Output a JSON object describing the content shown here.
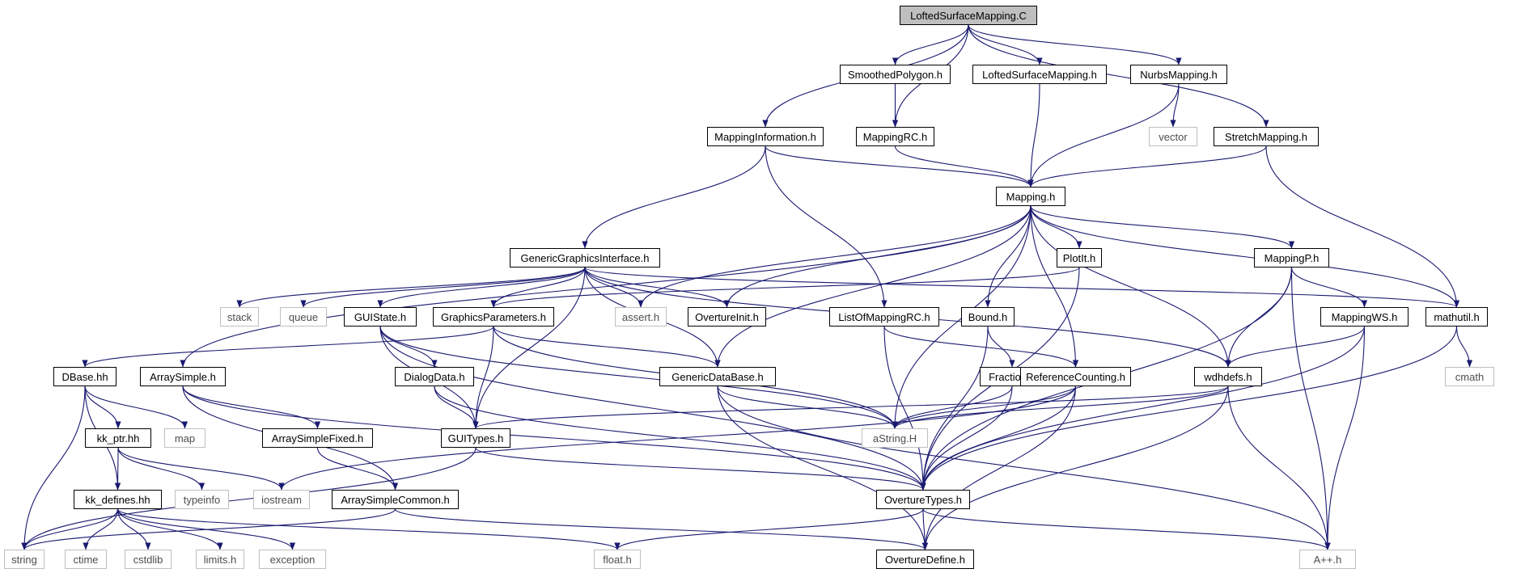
{
  "graph": {
    "edge_color": "#191970",
    "root_fill": "#bfbfbf",
    "external_border": "#bfbfbf",
    "nodes": [
      {
        "id": "root",
        "label": "LoftedSurfaceMapping.C",
        "kind": "root"
      },
      {
        "id": "smoothed",
        "label": "SmoothedPolygon.h",
        "kind": "internal"
      },
      {
        "id": "loftedh",
        "label": "LoftedSurfaceMapping.h",
        "kind": "internal"
      },
      {
        "id": "nurbs",
        "label": "NurbsMapping.h",
        "kind": "internal"
      },
      {
        "id": "mapinfo",
        "label": "MappingInformation.h",
        "kind": "internal"
      },
      {
        "id": "maprc",
        "label": "MappingRC.h",
        "kind": "internal"
      },
      {
        "id": "vector",
        "label": "vector",
        "kind": "external"
      },
      {
        "id": "stretch",
        "label": "StretchMapping.h",
        "kind": "internal"
      },
      {
        "id": "mapping",
        "label": "Mapping.h",
        "kind": "internal"
      },
      {
        "id": "ggi",
        "label": "GenericGraphicsInterface.h",
        "kind": "internal"
      },
      {
        "id": "plotit",
        "label": "PlotIt.h",
        "kind": "internal"
      },
      {
        "id": "mappingp",
        "label": "MappingP.h",
        "kind": "internal"
      },
      {
        "id": "stack",
        "label": "stack",
        "kind": "external"
      },
      {
        "id": "queue",
        "label": "queue",
        "kind": "external"
      },
      {
        "id": "guistate",
        "label": "GUIState.h",
        "kind": "internal"
      },
      {
        "id": "gparams",
        "label": "GraphicsParameters.h",
        "kind": "internal"
      },
      {
        "id": "asserth",
        "label": "assert.h",
        "kind": "external"
      },
      {
        "id": "ovinit",
        "label": "OvertureInit.h",
        "kind": "internal"
      },
      {
        "id": "lomrc",
        "label": "ListOfMappingRC.h",
        "kind": "internal"
      },
      {
        "id": "bound",
        "label": "Bound.h",
        "kind": "internal"
      },
      {
        "id": "mappingws",
        "label": "MappingWS.h",
        "kind": "internal"
      },
      {
        "id": "mathutil",
        "label": "mathutil.h",
        "kind": "internal"
      },
      {
        "id": "dbase",
        "label": "DBase.hh",
        "kind": "internal"
      },
      {
        "id": "arraysimple",
        "label": "ArraySimple.h",
        "kind": "internal"
      },
      {
        "id": "dialog",
        "label": "DialogData.h",
        "kind": "internal"
      },
      {
        "id": "gdb",
        "label": "GenericDataBase.h",
        "kind": "internal"
      },
      {
        "id": "fraction",
        "label": "Fraction.h",
        "kind": "internal"
      },
      {
        "id": "refcount",
        "label": "ReferenceCounting.h",
        "kind": "internal"
      },
      {
        "id": "wdh",
        "label": "wdhdefs.h",
        "kind": "internal"
      },
      {
        "id": "cmath",
        "label": "cmath",
        "kind": "external"
      },
      {
        "id": "kkptr",
        "label": "kk_ptr.hh",
        "kind": "internal"
      },
      {
        "id": "map",
        "label": "map",
        "kind": "external"
      },
      {
        "id": "asfixed",
        "label": "ArraySimpleFixed.h",
        "kind": "internal"
      },
      {
        "id": "guitypes",
        "label": "GUITypes.h",
        "kind": "internal"
      },
      {
        "id": "astring",
        "label": "aString.H",
        "kind": "external"
      },
      {
        "id": "kkdef",
        "label": "kk_defines.hh",
        "kind": "internal"
      },
      {
        "id": "typeinfo",
        "label": "typeinfo",
        "kind": "external"
      },
      {
        "id": "iostream",
        "label": "iostream",
        "kind": "external"
      },
      {
        "id": "ascommon",
        "label": "ArraySimpleCommon.h",
        "kind": "internal"
      },
      {
        "id": "ovtypes",
        "label": "OvertureTypes.h",
        "kind": "internal"
      },
      {
        "id": "string",
        "label": "string",
        "kind": "external"
      },
      {
        "id": "ctime",
        "label": "ctime",
        "kind": "external"
      },
      {
        "id": "cstdlib",
        "label": "cstdlib",
        "kind": "external"
      },
      {
        "id": "limits",
        "label": "limits.h",
        "kind": "external"
      },
      {
        "id": "exception",
        "label": "exception",
        "kind": "external"
      },
      {
        "id": "floath",
        "label": "float.h",
        "kind": "external"
      },
      {
        "id": "ovdefine",
        "label": "OvertureDefine.h",
        "kind": "internal"
      },
      {
        "id": "aplus",
        "label": "A++.h",
        "kind": "external"
      }
    ],
    "edges": [
      [
        "root",
        "smoothed"
      ],
      [
        "root",
        "loftedh"
      ],
      [
        "root",
        "nurbs"
      ],
      [
        "root",
        "mapinfo"
      ],
      [
        "root",
        "maprc"
      ],
      [
        "root",
        "stretch"
      ],
      [
        "smoothed",
        "maprc"
      ],
      [
        "loftedh",
        "mapping"
      ],
      [
        "nurbs",
        "vector"
      ],
      [
        "nurbs",
        "mapping"
      ],
      [
        "mapinfo",
        "mapping"
      ],
      [
        "mapinfo",
        "ggi"
      ],
      [
        "mapinfo",
        "lomrc"
      ],
      [
        "maprc",
        "mapping"
      ],
      [
        "stretch",
        "mapping"
      ],
      [
        "stretch",
        "mathutil"
      ],
      [
        "mapping",
        "arraysimple"
      ],
      [
        "mapping",
        "asserth"
      ],
      [
        "mapping",
        "ovinit"
      ],
      [
        "mapping",
        "gdb"
      ],
      [
        "mapping",
        "bound"
      ],
      [
        "mapping",
        "astring"
      ],
      [
        "mapping",
        "plotit"
      ],
      [
        "mapping",
        "refcount"
      ],
      [
        "mapping",
        "wdh"
      ],
      [
        "mapping",
        "mappingp"
      ],
      [
        "mapping",
        "mathutil"
      ],
      [
        "ggi",
        "stack"
      ],
      [
        "ggi",
        "queue"
      ],
      [
        "ggi",
        "guistate"
      ],
      [
        "ggi",
        "gparams"
      ],
      [
        "ggi",
        "asserth"
      ],
      [
        "ggi",
        "ovinit"
      ],
      [
        "ggi",
        "gdb"
      ],
      [
        "ggi",
        "guitypes"
      ],
      [
        "ggi",
        "wdh"
      ],
      [
        "ggi",
        "mathutil"
      ],
      [
        "plotit",
        "gparams"
      ],
      [
        "plotit",
        "ovtypes"
      ],
      [
        "mappingp",
        "wdh"
      ],
      [
        "mappingp",
        "mappingws"
      ],
      [
        "mappingp",
        "ovtypes"
      ],
      [
        "mappingp",
        "aplus"
      ],
      [
        "guistate",
        "dialog"
      ],
      [
        "guistate",
        "guitypes"
      ],
      [
        "guistate",
        "ovtypes"
      ],
      [
        "guistate",
        "astring"
      ],
      [
        "gparams",
        "dbase"
      ],
      [
        "gparams",
        "gdb"
      ],
      [
        "gparams",
        "guitypes"
      ],
      [
        "gparams",
        "astring"
      ],
      [
        "lomrc",
        "refcount"
      ],
      [
        "lomrc",
        "ovtypes"
      ],
      [
        "bound",
        "fraction"
      ],
      [
        "bound",
        "ovtypes"
      ],
      [
        "mappingws",
        "wdh"
      ],
      [
        "mappingws",
        "ovtypes"
      ],
      [
        "mappingws",
        "aplus"
      ],
      [
        "mathutil",
        "cmath"
      ],
      [
        "mathutil",
        "ovtypes"
      ],
      [
        "dbase",
        "kkptr"
      ],
      [
        "dbase",
        "map"
      ],
      [
        "dbase",
        "kkdef"
      ],
      [
        "dbase",
        "string"
      ],
      [
        "arraysimple",
        "asfixed"
      ],
      [
        "arraysimple",
        "ascommon"
      ],
      [
        "arraysimple",
        "ovtypes"
      ],
      [
        "dialog",
        "guitypes"
      ],
      [
        "dialog",
        "ovtypes"
      ],
      [
        "gdb",
        "astring"
      ],
      [
        "gdb",
        "ovdefine"
      ],
      [
        "gdb",
        "aplus"
      ],
      [
        "fraction",
        "astring"
      ],
      [
        "fraction",
        "ovtypes"
      ],
      [
        "refcount",
        "astring"
      ],
      [
        "refcount",
        "ovtypes"
      ],
      [
        "refcount",
        "iostream"
      ],
      [
        "refcount",
        "ovdefine"
      ],
      [
        "wdh",
        "guitypes"
      ],
      [
        "wdh",
        "astring"
      ],
      [
        "wdh",
        "aplus"
      ],
      [
        "wdh",
        "ovdefine"
      ],
      [
        "kkptr",
        "kkdef"
      ],
      [
        "kkptr",
        "typeinfo"
      ],
      [
        "kkptr",
        "iostream"
      ],
      [
        "asfixed",
        "ascommon"
      ],
      [
        "guitypes",
        "string"
      ],
      [
        "guitypes",
        "ovtypes"
      ],
      [
        "kkdef",
        "string"
      ],
      [
        "kkdef",
        "ctime"
      ],
      [
        "kkdef",
        "cstdlib"
      ],
      [
        "kkdef",
        "limits"
      ],
      [
        "kkdef",
        "exception"
      ],
      [
        "kkdef",
        "floath"
      ],
      [
        "ascommon",
        "string"
      ],
      [
        "ascommon",
        "ovdefine"
      ],
      [
        "ovtypes",
        "floath"
      ],
      [
        "ovtypes",
        "ovdefine"
      ],
      [
        "ovtypes",
        "aplus"
      ]
    ]
  }
}
